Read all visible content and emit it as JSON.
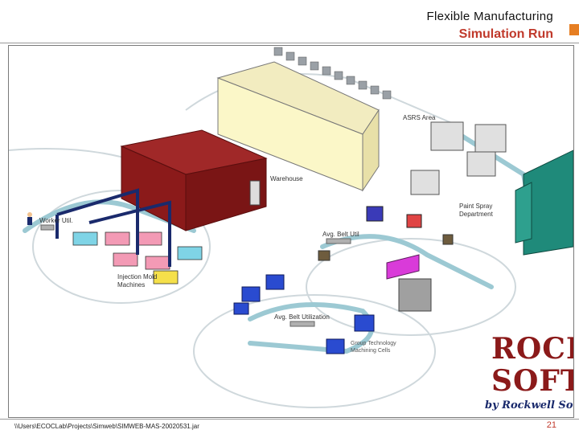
{
  "header": {
    "title": "Flexible Manufacturing",
    "subtitle": "Simulation Run",
    "accent_color": "#e67e22",
    "subtitle_color": "#c0392b"
  },
  "scene": {
    "labels": {
      "asrs": "ASRS Area",
      "warehouse": "Warehouse",
      "paint": "Paint Spray\nDepartment",
      "avg_belt_util_upper": "Avg. Belt Util",
      "avg_belt_util_lower": "Avg. Belt Utilization",
      "injection": "Injection Mold\nMachines",
      "group_tech": "Group Technology\nMachining Cells",
      "worker": "Worker Util."
    },
    "colors": {
      "building_red": "#8b1a1a",
      "building_cream": "#fbf7c8",
      "building_teal": "#1f8a7a",
      "belt": "#d6eef2",
      "track": "#1a2a6c"
    }
  },
  "branding": {
    "line1": "ROCKY",
    "line2": "SOFTW",
    "line3": "by Rockwell So"
  },
  "footer": {
    "path": "\\\\Users\\ECOCLab\\Projects\\Simweb\\SIMWEB-MAS-20020531.jar",
    "page": "21"
  }
}
